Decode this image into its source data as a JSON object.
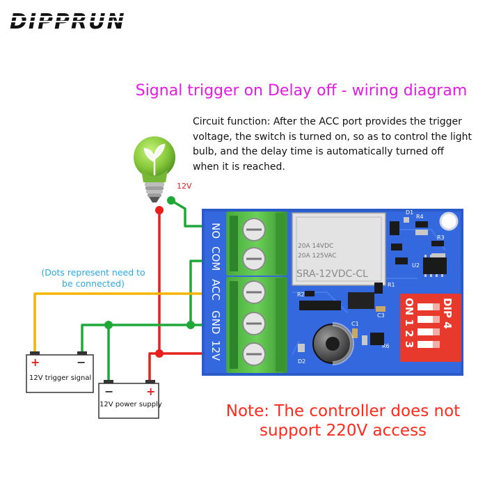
{
  "brand": {
    "logo_text": "DIPPRUN"
  },
  "title": "Signal trigger on Delay off - wiring diagram",
  "description_lines": [
    "Circuit function: After the ACC port provides the trigger",
    "voltage, the switch is turned on, so as to control the light",
    "bulb, and the delay time is automatically turned off",
    "when it is reached."
  ],
  "bulb_voltage": "12V",
  "dots_note_lines": [
    "(Dots represent need to",
    "be connected)"
  ],
  "terminals": [
    "NO",
    "COM",
    "ACC",
    "GND",
    "12V"
  ],
  "batteries": {
    "trigger": {
      "label": "12V trigger signal",
      "plus": "+",
      "minus": "−"
    },
    "power": {
      "label": "12V power supply",
      "plus": "+",
      "minus": "−"
    }
  },
  "relay": {
    "lines": [
      "20A 14VDC",
      "20A 125VAC",
      "SRA-12VDC-CL"
    ]
  },
  "components": {
    "d1": "D1",
    "r4": "R4",
    "r3": "R3",
    "u2": "U2",
    "r1": "R1",
    "r2": "R2",
    "c3": "C3",
    "c1": "C1",
    "r6": "R6",
    "d2": "D2"
  },
  "dip": {
    "top_labels": [
      "DIP",
      "4"
    ],
    "bottom_labels": [
      "ON",
      "1 2 3"
    ],
    "top_text": "DIP 4",
    "bottom_text": "ON 1 2 3"
  },
  "note_lines": [
    "Note: The controller does not",
    "support 220V access"
  ],
  "colors": {
    "title": "#e619e6",
    "note": "#ff2a1a",
    "dots_note": "#29a8e8",
    "wire_red": "#e8201c",
    "wire_green": "#1ea838",
    "wire_yellow": "#f5b400",
    "pcb": "#2f62d6",
    "terminal": "#5cc04c",
    "dip": "#e83a2c"
  }
}
